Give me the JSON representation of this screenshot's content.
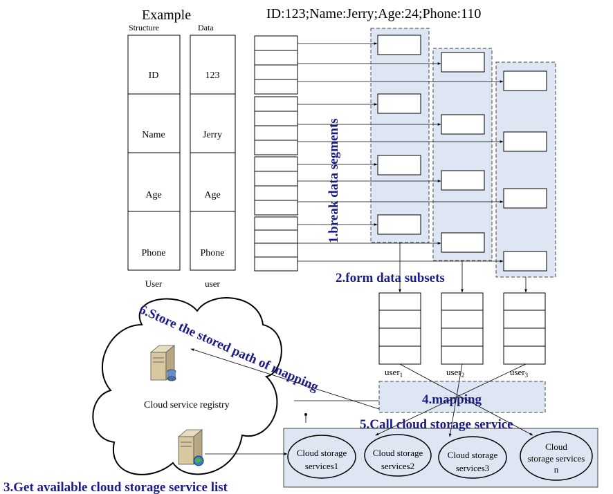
{
  "header": {
    "example_label": "Example",
    "record": "ID:123;Name:Jerry;Age:24;Phone:110"
  },
  "structure_table": {
    "header": "Structure",
    "fields": [
      "ID",
      "Name",
      "Age",
      "Phone"
    ],
    "footer": "User"
  },
  "data_table": {
    "header": "Data",
    "values": [
      "123",
      "Jerry",
      "Age",
      "Phone"
    ],
    "footer": "user"
  },
  "steps": {
    "s1": "1.break data segments",
    "s2": "2.form data subsets",
    "s3": "3.Get available cloud storage service list",
    "s4": "4.mapping",
    "s5": "5.Call cloud storage service",
    "s6": "6.Store the stored path of mapping"
  },
  "users": {
    "u1": "user",
    "u2": "user",
    "u3": "user",
    "sub1": "1",
    "sub2": "2",
    "sub3": "3"
  },
  "registry": {
    "label": "Cloud service registry"
  },
  "services": [
    {
      "line1": "Cloud storage",
      "line2": "services1"
    },
    {
      "line1": "Cloud storage",
      "line2": "services2"
    },
    {
      "line1": "Cloud storage",
      "line2": "services3"
    },
    {
      "line1": "Cloud",
      "line2": "storage services",
      "line3": "n"
    }
  ],
  "colors": {
    "step_text": "#1a1a8c",
    "panel_fill": "#dde6f2"
  }
}
